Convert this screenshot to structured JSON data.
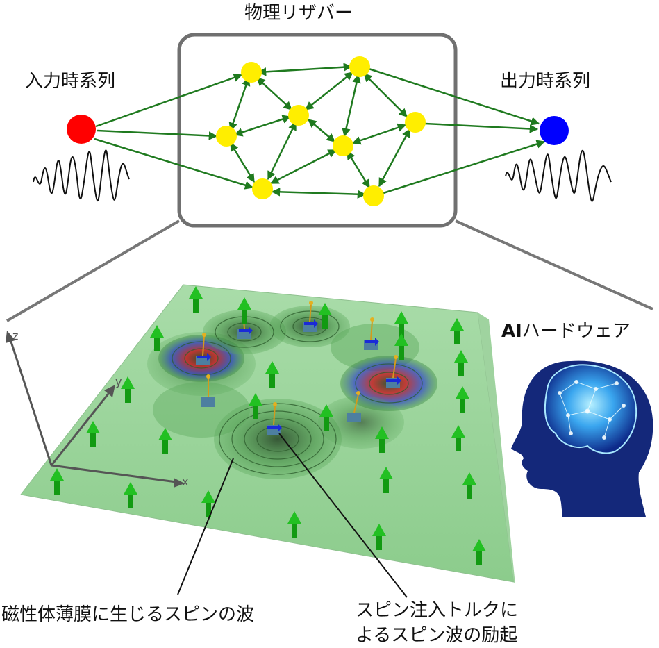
{
  "labels": {
    "reservoir_title": "物理リザバー",
    "input_series": "入力時系列",
    "output_series": "出力時系列",
    "ai_prefix": "AI",
    "ai_suffix": "ハードウェア",
    "spin_wave_caption": "磁性体薄膜に生じるスピンの波",
    "excitation_line1": "スピン注入トルクに",
    "excitation_line2": "よるスピン波の励起"
  },
  "axes": {
    "x": "x",
    "y": "y",
    "z": "z"
  },
  "colors": {
    "input_node": "#ff0000",
    "output_node": "#0000ff",
    "reservoir_node": "#ffee00",
    "arrow": "#1f7a1f",
    "box_border": "#707070",
    "film": "#8fcf8f",
    "spin_arrow": "#17b317",
    "head_dark": "#14287a",
    "head_glow": "#6fd3ff"
  },
  "icons": {
    "head": "ai-brain-head-icon"
  }
}
